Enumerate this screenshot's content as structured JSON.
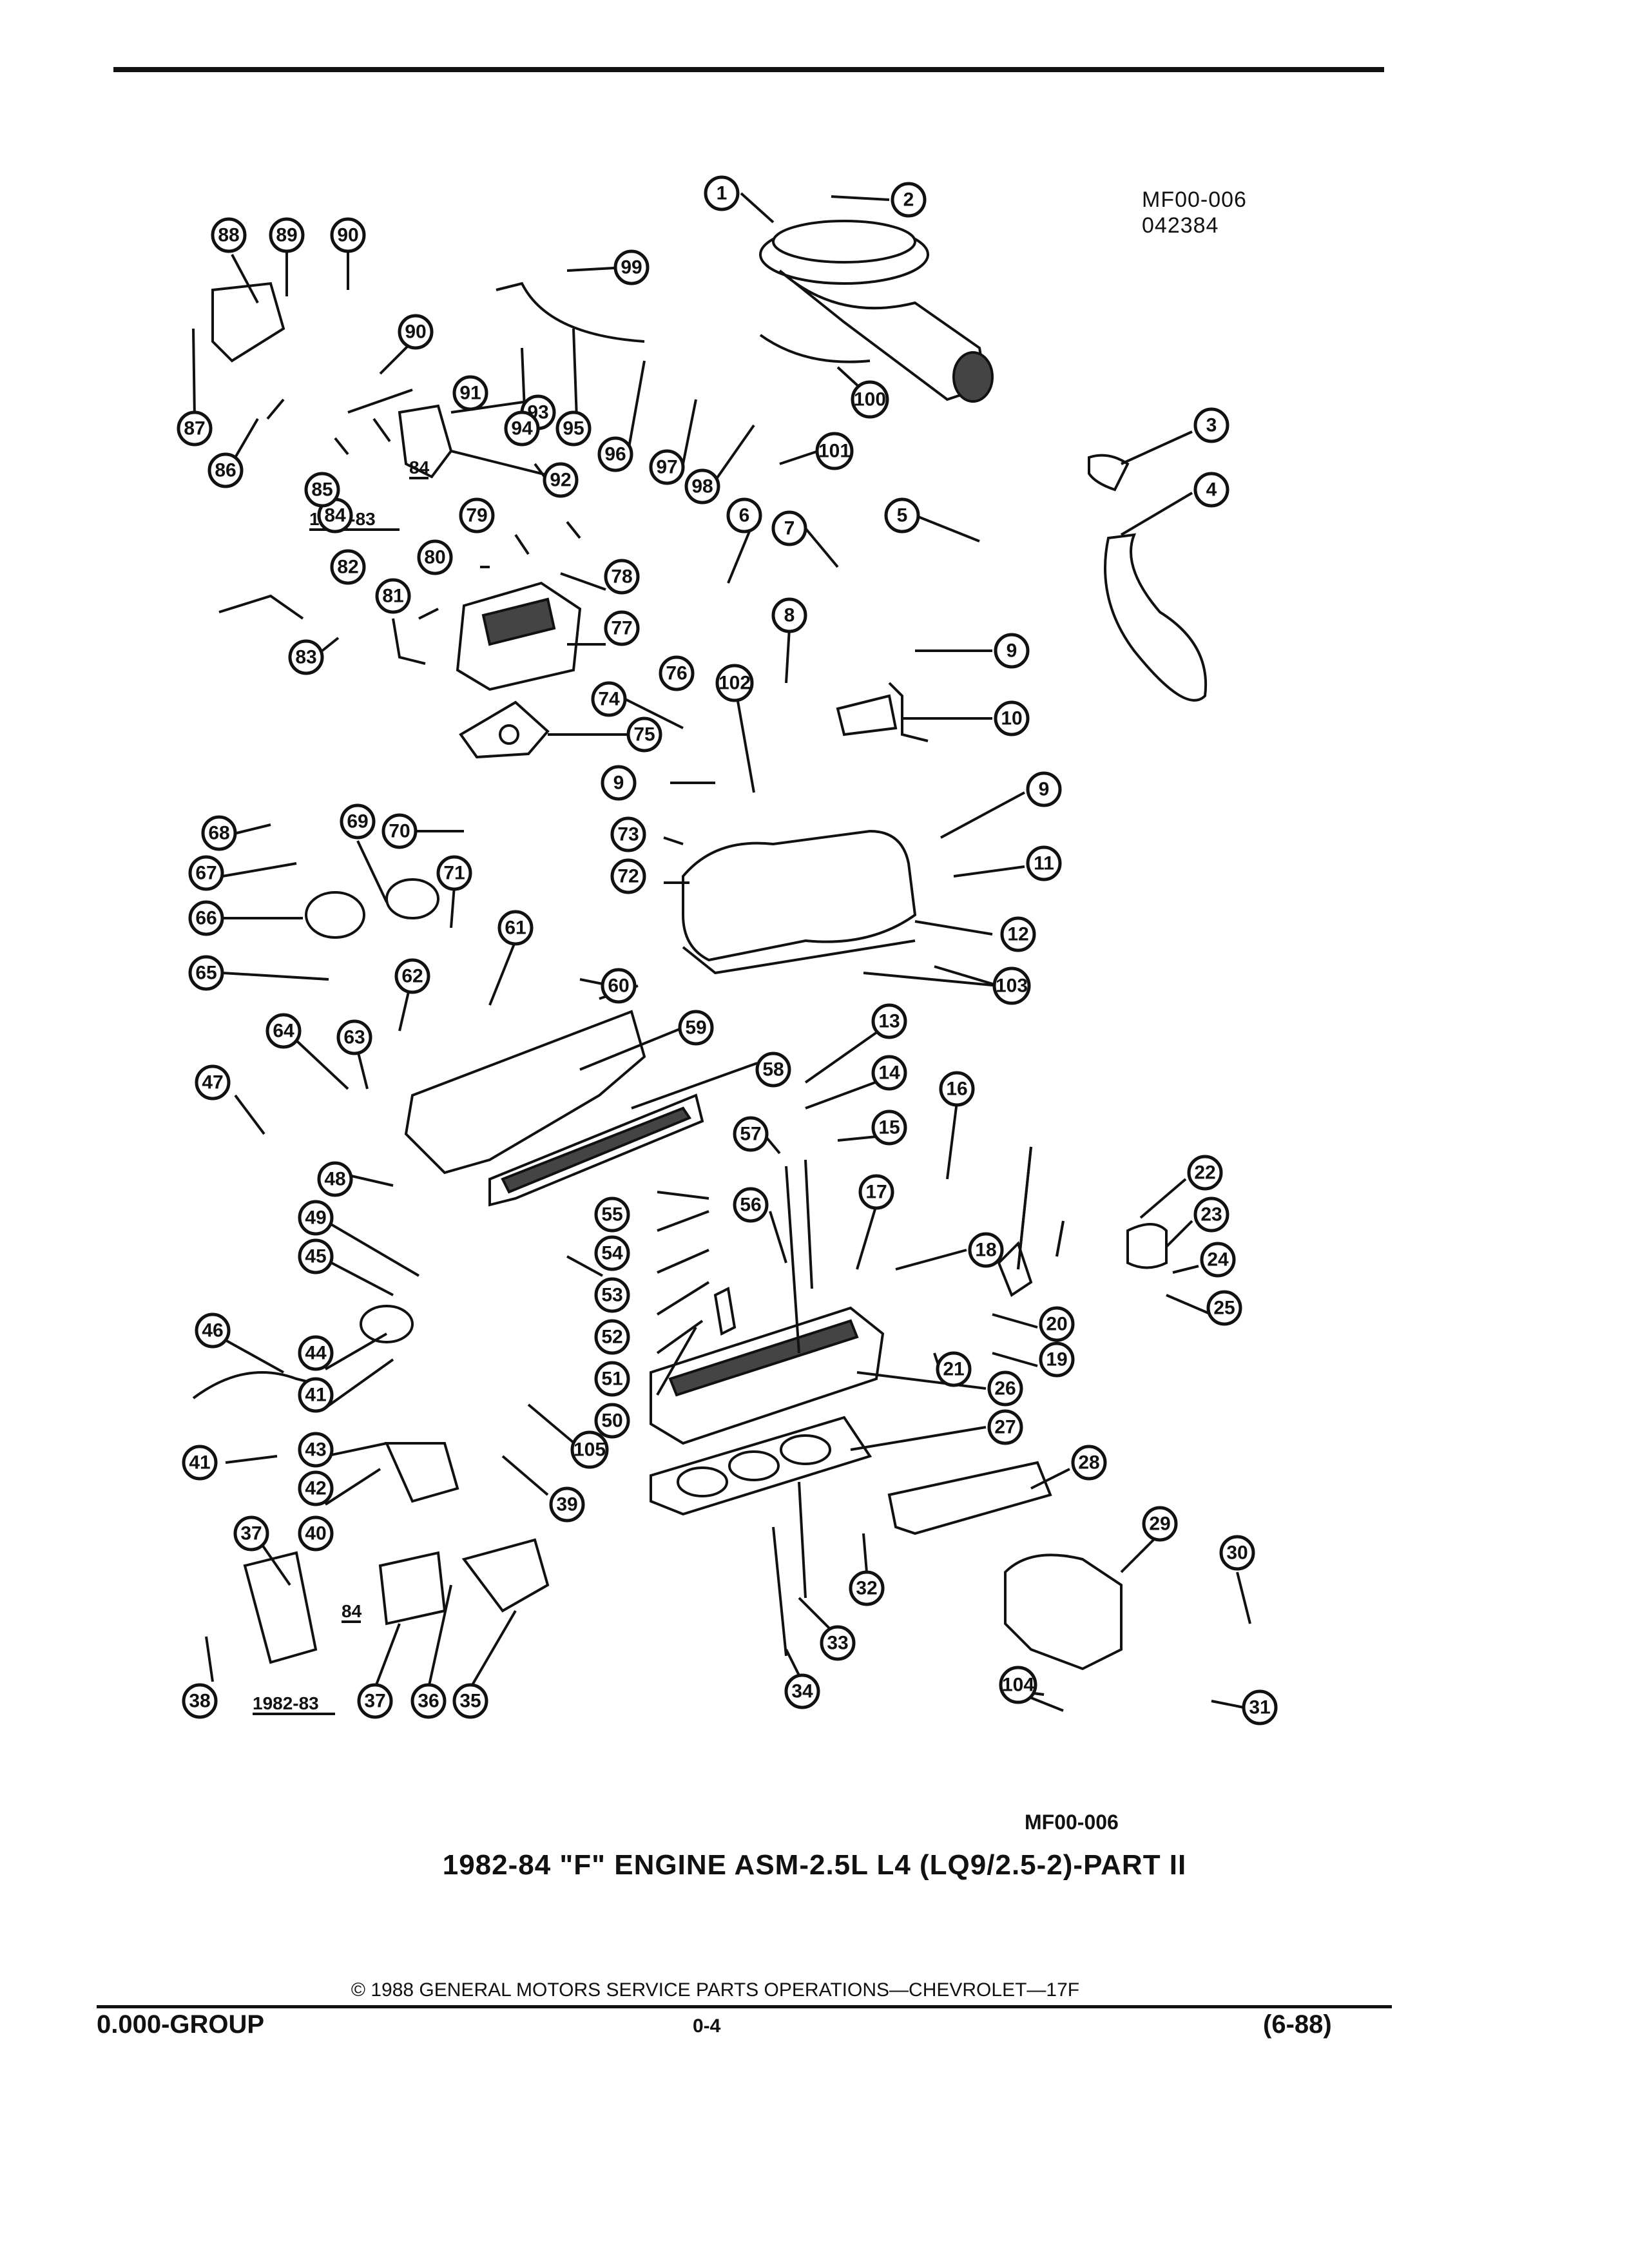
{
  "header": {
    "code": "MF00-006",
    "date_code": "042384"
  },
  "figure": {
    "id": "MF00-006",
    "title": "1982-84 \"F\" ENGINE ASM-2.5L L4 (LQ9/2.5-2)-PART II",
    "year_notes": [
      "1982-83",
      "84",
      "84",
      "1982-83"
    ]
  },
  "footer": {
    "copyright": "© 1988 GENERAL MOTORS SERVICE PARTS OPERATIONS—CHEVROLET—17F",
    "group": "0.000-GROUP",
    "page": "0-4",
    "revision": "(6-88)"
  },
  "callouts": [
    "1",
    "2",
    "3",
    "4",
    "5",
    "6",
    "7",
    "8",
    "9",
    "10",
    "9",
    "9",
    "11",
    "12",
    "13",
    "14",
    "15",
    "16",
    "17",
    "18",
    "19",
    "20",
    "21",
    "22",
    "23",
    "24",
    "25",
    "26",
    "27",
    "28",
    "29",
    "30",
    "31",
    "32",
    "33",
    "34",
    "35",
    "36",
    "37",
    "37",
    "38",
    "39",
    "40",
    "41",
    "41",
    "42",
    "43",
    "44",
    "45",
    "46",
    "47",
    "48",
    "49",
    "50",
    "51",
    "52",
    "53",
    "54",
    "55",
    "56",
    "57",
    "58",
    "59",
    "60",
    "61",
    "62",
    "63",
    "64",
    "65",
    "66",
    "67",
    "68",
    "69",
    "70",
    "71",
    "72",
    "73",
    "74",
    "75",
    "76",
    "77",
    "78",
    "79",
    "80",
    "81",
    "82",
    "83",
    "84",
    "85",
    "86",
    "87",
    "88",
    "89",
    "90",
    "90",
    "91",
    "92",
    "93",
    "94",
    "95",
    "96",
    "97",
    "98",
    "99",
    "100",
    "101",
    "102",
    "103",
    "104",
    "105"
  ]
}
